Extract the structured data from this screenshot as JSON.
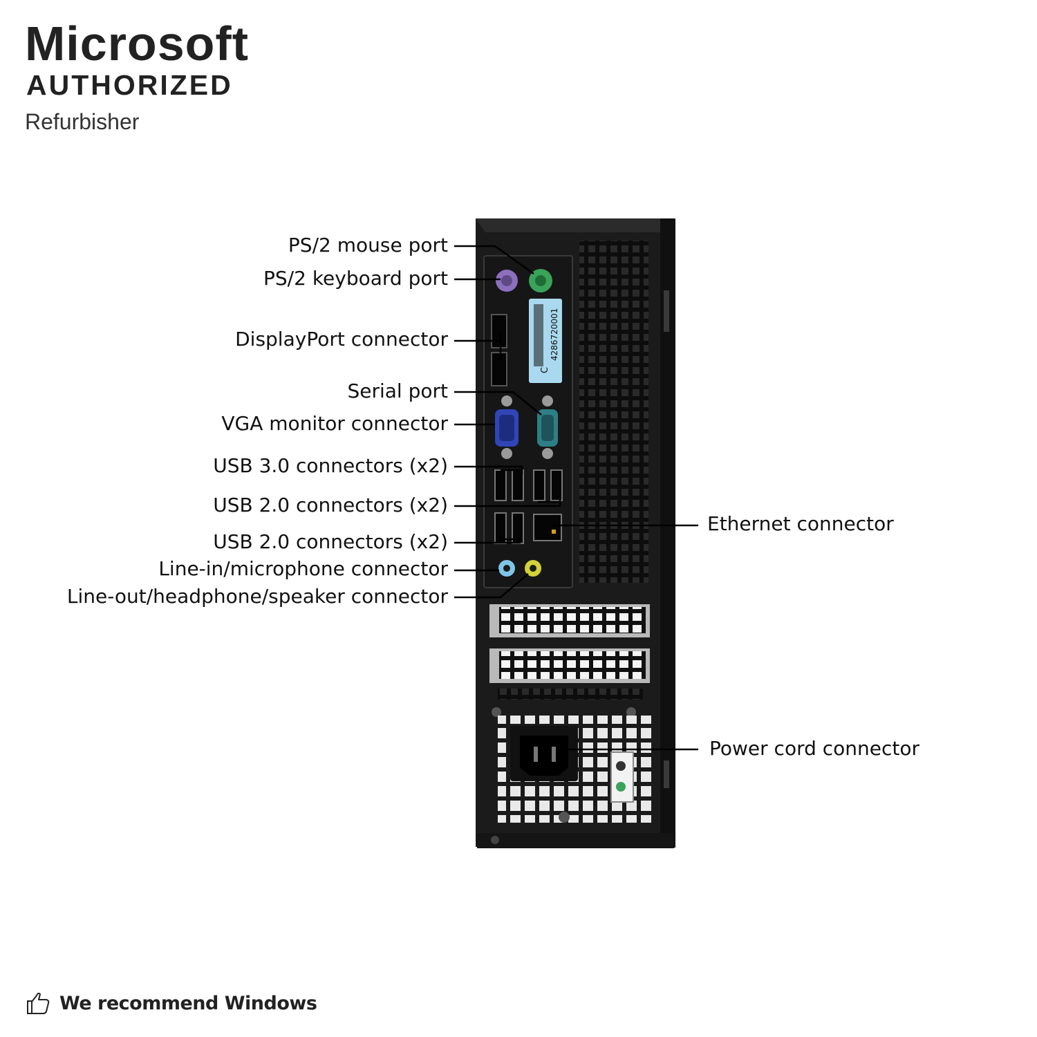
{
  "brand": {
    "name": "Microsoft",
    "badge": "AUTHORIZED",
    "role": "Refurbisher"
  },
  "labels": {
    "ps2_mouse": "PS/2 mouse port",
    "ps2_keyboard": "PS/2 keyboard port",
    "displayport": "DisplayPort connector",
    "serial": "Serial port",
    "vga": "VGA monitor connector",
    "usb30": "USB 3.0 connectors (x2)",
    "usb20_a": "USB 2.0 connectors (x2)",
    "usb20_b": "USB 2.0 connectors (x2)",
    "line_in": "Line-in/microphone connector",
    "line_out": "Line-out/headphone/speaker connector",
    "ethernet": "Ethernet connector",
    "power": "Power cord connector"
  },
  "sticker": {
    "letter": "C",
    "code": "4286720001"
  },
  "colors": {
    "chassis": "#1b1b1b",
    "ps2_keyboard": "#8d6fbf",
    "ps2_mouse": "#3aa35a",
    "vga": "#2f45b8",
    "serial": "#2c7f86",
    "line_in": "#7fc6e6",
    "line_out": "#d2d23a",
    "sticker": "#a9d9ee"
  },
  "footer": {
    "icon": "thumbs-up-icon",
    "text": "We recommend Windows"
  }
}
